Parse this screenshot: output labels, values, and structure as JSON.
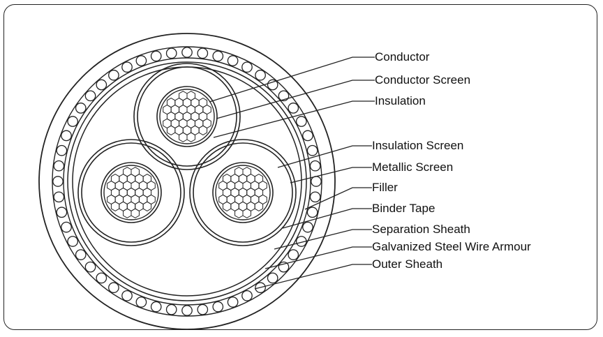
{
  "labels": [
    {
      "key": "conductor",
      "text": "Conductor"
    },
    {
      "key": "conductor_screen",
      "text": "Conductor Screen"
    },
    {
      "key": "insulation",
      "text": "Insulation"
    },
    {
      "key": "insulation_screen",
      "text": "Insulation Screen"
    },
    {
      "key": "metallic_screen",
      "text": "Metallic Screen"
    },
    {
      "key": "filler",
      "text": "Filler"
    },
    {
      "key": "binder_tape",
      "text": "Binder Tape"
    },
    {
      "key": "separation_sheath",
      "text": "Separation Sheath"
    },
    {
      "key": "armour",
      "text": "Galvanized Steel Wire Armour"
    },
    {
      "key": "outer_sheath",
      "text": "Outer Sheath"
    }
  ],
  "cable": {
    "core_count": 3,
    "armour_wire_count": 52
  },
  "colors": {
    "stroke": "#222222",
    "background": "#ffffff"
  }
}
